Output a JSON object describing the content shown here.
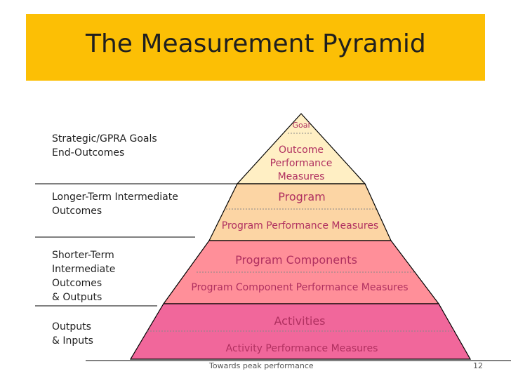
{
  "title": "The Measurement Pyramid",
  "pyramid": {
    "goal": "Goal",
    "outcome_line1": "Outcome",
    "outcome_line2": "Performance",
    "outcome_line3": "Measures",
    "program": "Program",
    "program_measures": "Program Performance Measures",
    "components": "Program Components",
    "components_measures": "Program Component Performance Measures",
    "activities": "Activities",
    "activities_measures": "Activity Performance Measures"
  },
  "side_labels": {
    "strategic_line1": "Strategic/GPRA Goals",
    "strategic_line2": "End-Outcomes",
    "longer_line1": "Longer-Term Intermediate",
    "longer_line2": "Outcomes",
    "shorter_line1": "Shorter-Term",
    "shorter_line2": "Intermediate",
    "shorter_line3": "Outcomes",
    "shorter_line4": "& Outputs",
    "outputs_line1": "Outputs",
    "outputs_line2": "& Inputs"
  },
  "footer": {
    "caption": "Towards peak performance",
    "page_number": "12"
  },
  "colors": {
    "title_bar": "#fcbf05",
    "tier_top": "#ffefc4",
    "tier_program": "#fcd5a4",
    "tier_components": "#ff8f99",
    "tier_activities": "#f1679b",
    "label_text": "#b03060"
  }
}
